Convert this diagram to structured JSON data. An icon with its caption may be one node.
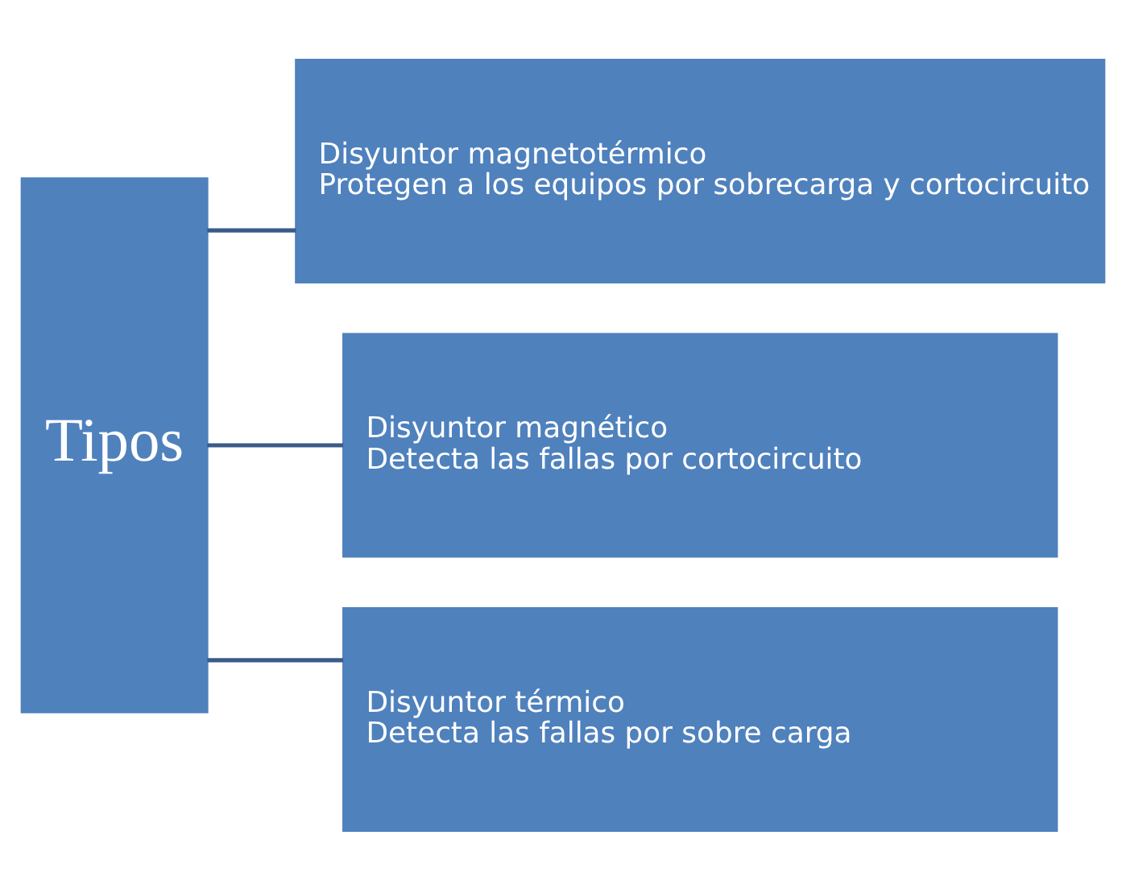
{
  "diagram": {
    "nodes": [
      {
        "text": [
          "Tipos"
        ]
      },
      {
        "text": [
          "Disyuntor magnetotérmico",
          "Protegen a los equipos por sobrecarga y cortocircuito"
        ]
      },
      {
        "text": [
          "Disyuntor magnético",
          "Detecta las fallas por cortocircuito"
        ]
      },
      {
        "text": [
          "Disyuntor térmico",
          "Detecta las fallas por sobre carga"
        ]
      }
    ],
    "edges": [
      {
        "from": 0,
        "to": 1,
        "arrow": "none"
      },
      {
        "from": 0,
        "to": 2,
        "arrow": "none"
      },
      {
        "from": 0,
        "to": 3,
        "arrow": "none"
      }
    ]
  }
}
